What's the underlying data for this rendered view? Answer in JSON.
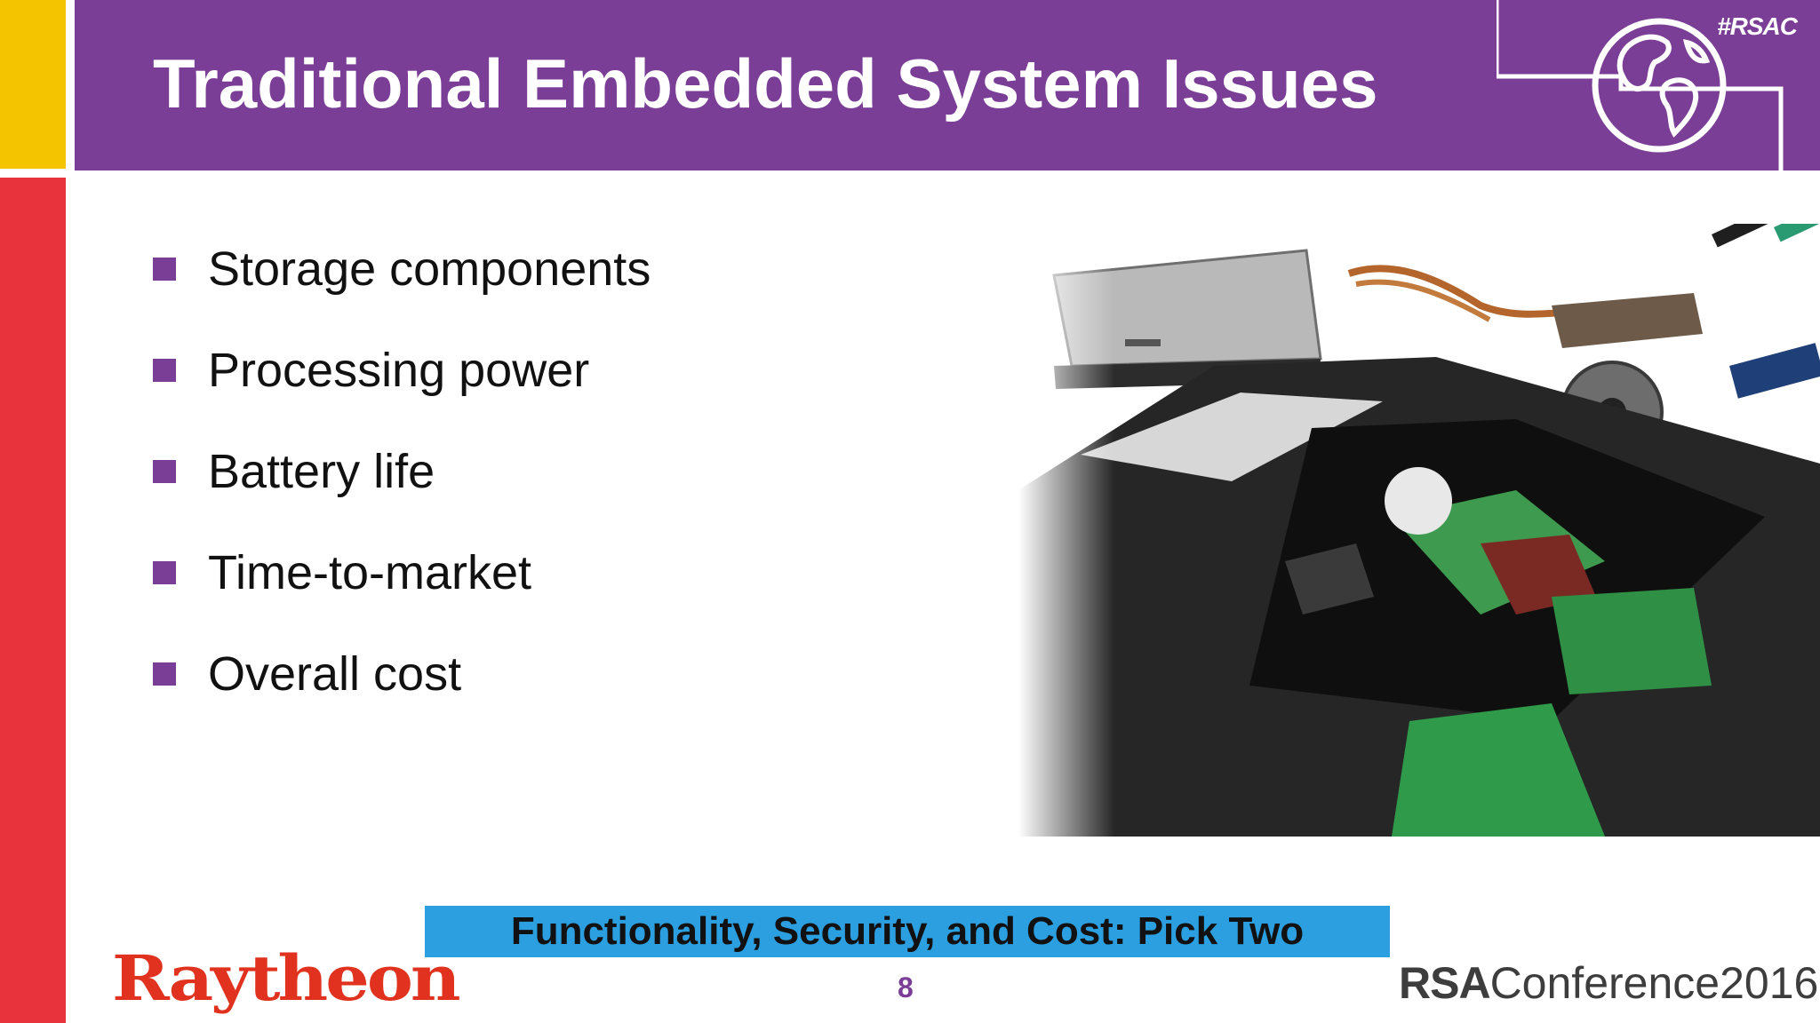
{
  "slide": {
    "title": "Traditional Embedded System Issues",
    "hashtag": "#RSAC",
    "bullets": [
      "Storage components",
      "Processing power",
      "Battery life",
      "Time-to-market",
      "Overall cost"
    ],
    "banner": "Functionality, Security, and Cost: Pick Two",
    "page_number": "8"
  },
  "footer": {
    "company_logo": "Raytheon",
    "conference_logo_rsa": "RSA",
    "conference_logo_rest": "Conference2016"
  },
  "icons": {
    "globe": "globe-icon",
    "photo": "disassembled-laptop-photo"
  },
  "colors": {
    "purple": "#7a3e96",
    "yellow": "#f5c400",
    "red": "#e8323c",
    "banner_blue": "#2b9fe0",
    "raytheon_red": "#e0321e"
  }
}
